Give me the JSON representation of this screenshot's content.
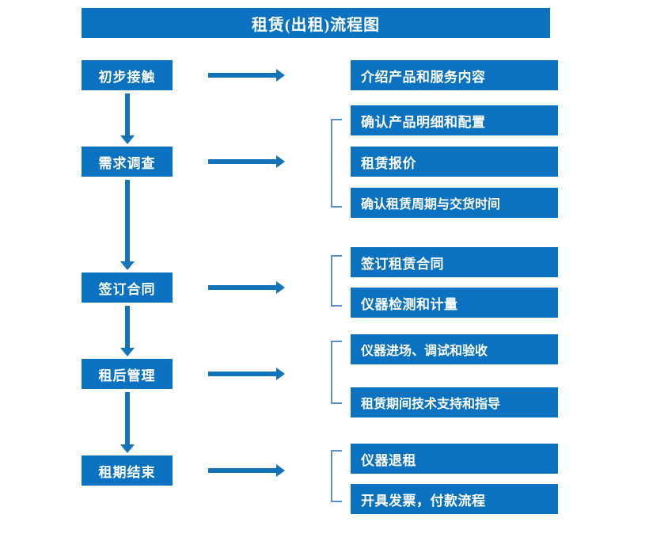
{
  "diagram": {
    "title": "租赁(出租)流程图",
    "colors": {
      "box_fill": "#0b72c1",
      "box_text": "#ffffff",
      "arrow": "#1273b8",
      "bracket": "#5b8fc9",
      "background": "#ffffff"
    },
    "stages": [
      {
        "id": "stage-1",
        "label": "初步接触"
      },
      {
        "id": "stage-2",
        "label": "需求调查"
      },
      {
        "id": "stage-3",
        "label": "签订合同"
      },
      {
        "id": "stage-4",
        "label": "租后管理"
      },
      {
        "id": "stage-5",
        "label": "租期结束"
      }
    ],
    "details": [
      {
        "id": "detail-1",
        "label": "介绍产品和服务内容",
        "stage": "初步接触"
      },
      {
        "id": "detail-2",
        "label": "确认产品明细和配置",
        "stage": "需求调查"
      },
      {
        "id": "detail-3",
        "label": "租赁报价",
        "stage": "需求调查"
      },
      {
        "id": "detail-4",
        "label": "确认租赁周期与交货时间",
        "stage": "需求调查"
      },
      {
        "id": "detail-5",
        "label": "签订租赁合同",
        "stage": "签订合同"
      },
      {
        "id": "detail-6",
        "label": "仪器检测和计量",
        "stage": "签订合同"
      },
      {
        "id": "detail-7",
        "label": "仪器进场、调试和验收",
        "stage": "租后管理"
      },
      {
        "id": "detail-8",
        "label": "租赁期间技术支持和指导",
        "stage": "租后管理"
      },
      {
        "id": "detail-9",
        "label": "仪器退租",
        "stage": "租期结束"
      },
      {
        "id": "detail-10",
        "label": "开具发票，付款流程",
        "stage": "租期结束"
      }
    ],
    "flow_connections": [
      {
        "from": "初步接触",
        "to": "需求调查",
        "direction": "down"
      },
      {
        "from": "需求调查",
        "to": "签订合同",
        "direction": "down"
      },
      {
        "from": "签订合同",
        "to": "租后管理",
        "direction": "down"
      },
      {
        "from": "租后管理",
        "to": "租期结束",
        "direction": "down"
      },
      {
        "from": "初步接触",
        "to": "介绍产品和服务内容",
        "direction": "right"
      },
      {
        "from": "需求调查",
        "to": "需求调查明细组",
        "direction": "right"
      },
      {
        "from": "签订合同",
        "to": "签订合同明细组",
        "direction": "right"
      },
      {
        "from": "租后管理",
        "to": "租后管理明细组",
        "direction": "right"
      },
      {
        "from": "租期结束",
        "to": "租期结束明细组",
        "direction": "right"
      }
    ]
  }
}
